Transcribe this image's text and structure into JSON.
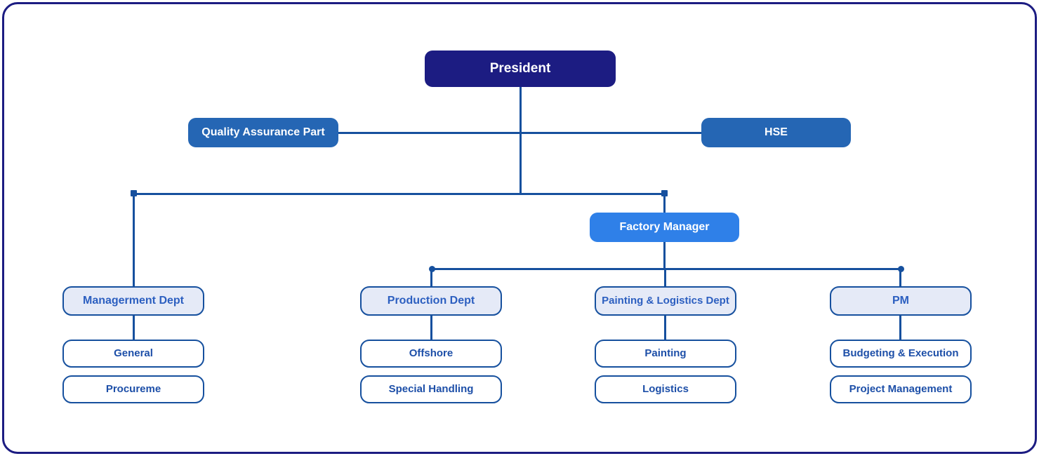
{
  "chart_data": {
    "type": "diagram",
    "diagram_type": "organization-chart",
    "title": "",
    "accent_colors": {
      "president_fill": "#1c1c82",
      "staff_fill": "#2566b4",
      "manager_fill": "#2f80e8",
      "dept_fill": "#e5eaf7",
      "dept_border": "#16509e",
      "leaf_fill": "#ffffff",
      "leaf_border": "#16509e",
      "connector": "#16509e",
      "frame_border": "#1c1c82"
    },
    "nodes": [
      {
        "id": "president",
        "label": "President",
        "level": 0,
        "style": "president"
      },
      {
        "id": "quality_assurance_part",
        "label": "Quality Assurance Part",
        "level": 1,
        "style": "staff"
      },
      {
        "id": "hse",
        "label": "HSE",
        "level": 1,
        "style": "staff"
      },
      {
        "id": "factory_manager",
        "label": "Factory Manager",
        "level": 2,
        "style": "manager"
      },
      {
        "id": "managerment_dept",
        "label": "Managerment Dept",
        "level": 3,
        "style": "dept"
      },
      {
        "id": "production_dept",
        "label": "Production Dept",
        "level": 3,
        "style": "dept"
      },
      {
        "id": "painting_logistics_dept",
        "label": "Painting & Logistics Dept",
        "level": 3,
        "style": "dept"
      },
      {
        "id": "pm",
        "label": "PM",
        "level": 3,
        "style": "dept"
      },
      {
        "id": "general",
        "label": "General",
        "level": 4,
        "style": "leaf"
      },
      {
        "id": "procureme",
        "label": "Procureme",
        "level": 4,
        "style": "leaf"
      },
      {
        "id": "offshore",
        "label": "Offshore",
        "level": 4,
        "style": "leaf"
      },
      {
        "id": "special_handling",
        "label": "Special Handling",
        "level": 4,
        "style": "leaf"
      },
      {
        "id": "painting",
        "label": "Painting",
        "level": 4,
        "style": "leaf"
      },
      {
        "id": "logistics",
        "label": "Logistics",
        "level": 4,
        "style": "leaf"
      },
      {
        "id": "budgeting_execution",
        "label": "Budgeting & Execution",
        "level": 4,
        "style": "leaf"
      },
      {
        "id": "project_management",
        "label": "Project Management",
        "level": 4,
        "style": "leaf"
      }
    ],
    "edges": [
      {
        "from": "president",
        "to": "quality_assurance_part"
      },
      {
        "from": "president",
        "to": "hse"
      },
      {
        "from": "president",
        "to": "managerment_dept"
      },
      {
        "from": "president",
        "to": "factory_manager"
      },
      {
        "from": "factory_manager",
        "to": "production_dept"
      },
      {
        "from": "factory_manager",
        "to": "painting_logistics_dept"
      },
      {
        "from": "factory_manager",
        "to": "pm"
      },
      {
        "from": "managerment_dept",
        "to": "general"
      },
      {
        "from": "managerment_dept",
        "to": "procureme"
      },
      {
        "from": "production_dept",
        "to": "offshore"
      },
      {
        "from": "production_dept",
        "to": "special_handling"
      },
      {
        "from": "painting_logistics_dept",
        "to": "painting"
      },
      {
        "from": "painting_logistics_dept",
        "to": "logistics"
      },
      {
        "from": "pm",
        "to": "budgeting_execution"
      },
      {
        "from": "pm",
        "to": "project_management"
      }
    ]
  },
  "chart": {
    "president": {
      "label": "President"
    },
    "staff": {
      "quality_assurance_part": {
        "label": "Quality Assurance Part"
      },
      "hse": {
        "label": "HSE"
      }
    },
    "manager": {
      "label": "Factory Manager"
    },
    "departments": [
      {
        "label": "Managerment Dept",
        "children": [
          {
            "label": "General"
          },
          {
            "label": "Procureme"
          }
        ]
      },
      {
        "label": "Production Dept",
        "children": [
          {
            "label": "Offshore"
          },
          {
            "label": "Special Handling"
          }
        ]
      },
      {
        "label": "Painting & Logistics Dept",
        "children": [
          {
            "label": "Painting"
          },
          {
            "label": "Logistics"
          }
        ]
      },
      {
        "label": "PM",
        "children": [
          {
            "label": "Budgeting & Execution"
          },
          {
            "label": "Project Management"
          }
        ]
      }
    ]
  }
}
